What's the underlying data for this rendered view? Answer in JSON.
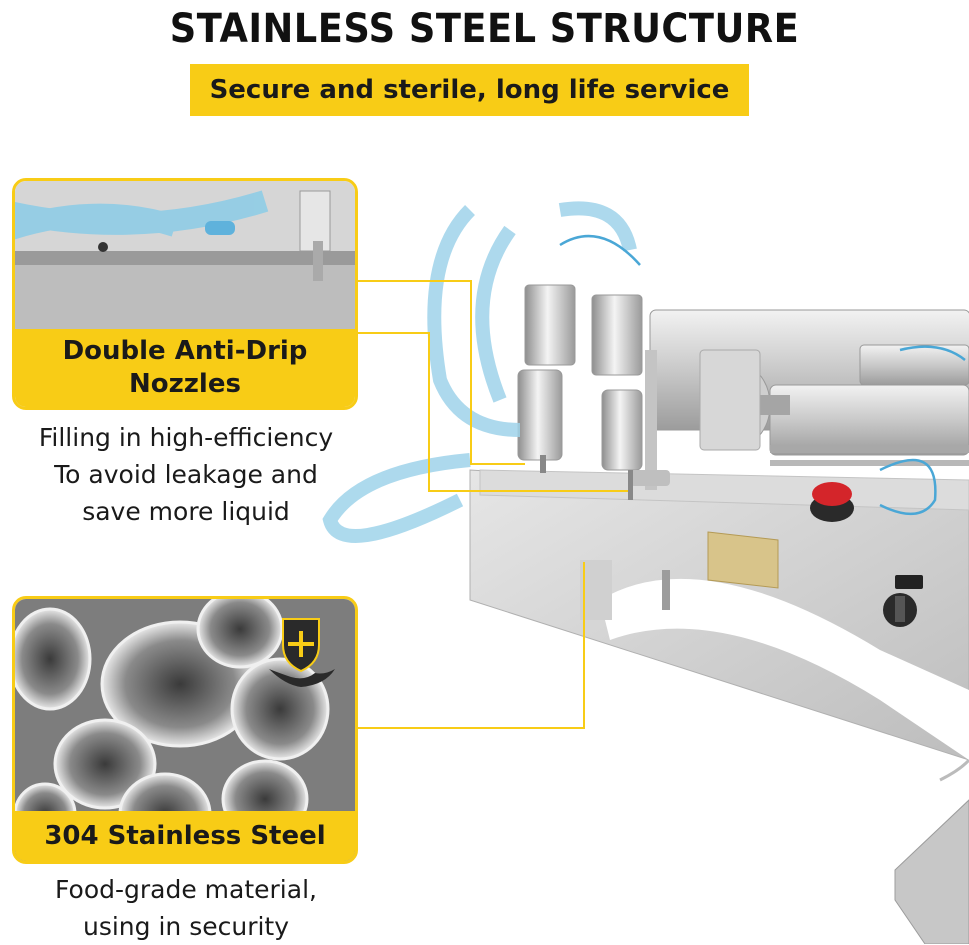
{
  "header": {
    "title": "STAINLESS STEEL STRUCTURE",
    "subtitle": "Secure and sterile, long life service"
  },
  "features": [
    {
      "label_line1": "Double Anti-Drip",
      "label_line2": "Nozzles",
      "description": [
        "Filling in high-efficiency",
        "To avoid leakage and",
        "save more liquid"
      ]
    },
    {
      "label": "304 Stainless Steel",
      "description": [
        "Food-grade material,",
        "using in security"
      ]
    }
  ],
  "colors": {
    "accent": "#f8cc16",
    "text": "#1a1a1a"
  },
  "icons": {
    "shield": "shield-plus-icon"
  }
}
